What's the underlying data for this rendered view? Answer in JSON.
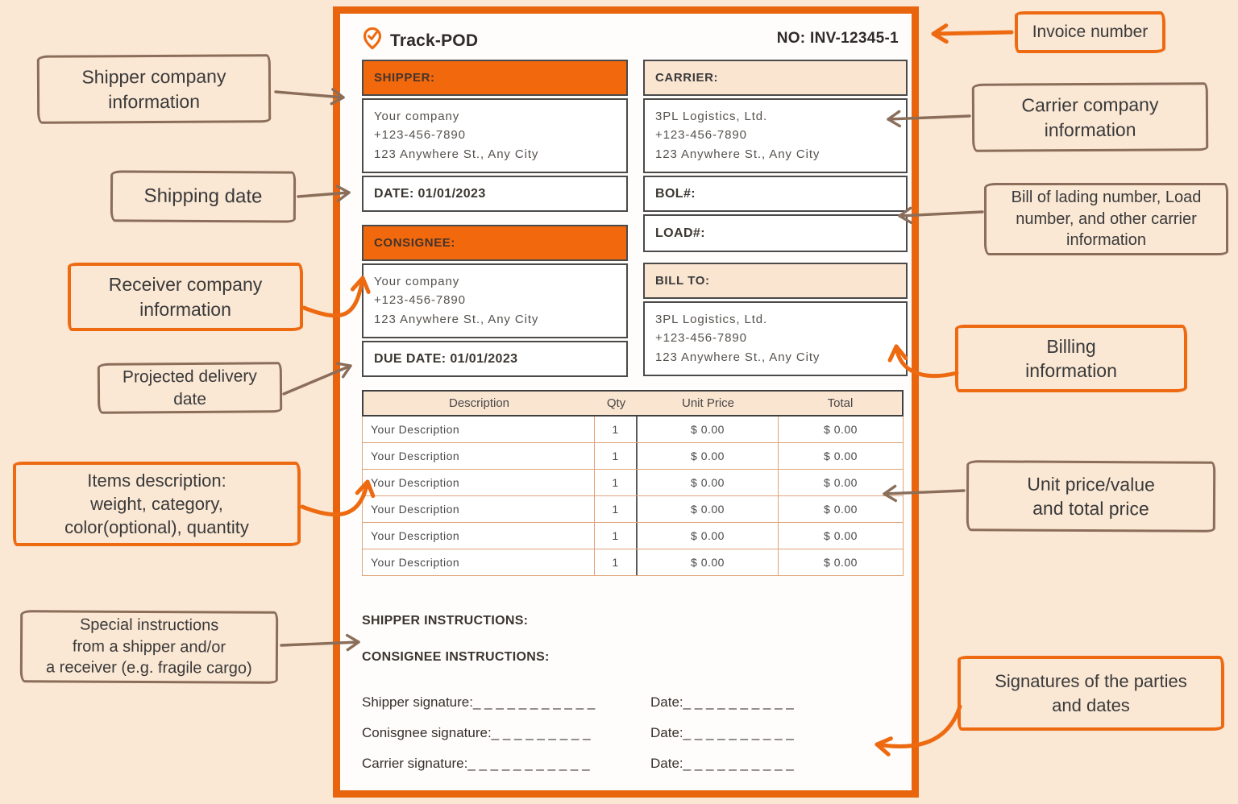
{
  "colors": {
    "background": "#fae7d4",
    "accent_orange": "#ed6a11",
    "header_orange": "#f2680d",
    "annotation_brown": "#8a6e5a",
    "panel_peach": "#fae5d1",
    "text_dark": "#3b3b3b",
    "grid_line_orange": "#e0a379"
  },
  "invoice": {
    "brand": "Track-POD",
    "logo_icon": "pin-check-icon",
    "invoice_no": "NO: INV-12345-1",
    "shipper": {
      "header": "SHIPPER:",
      "company": "Your company",
      "phone": "+123-456-7890",
      "address": "123 Anywhere St., Any City",
      "date": "DATE: 01/01/2023"
    },
    "carrier": {
      "header": "CARRIER:",
      "company": "3PL Logistics, Ltd.",
      "phone": "+123-456-7890",
      "address": "123 Anywhere St., Any City",
      "bol": "BOL#:",
      "load": "LOAD#:"
    },
    "consignee": {
      "header": "CONSIGNEE:",
      "company": "Your company",
      "phone": "+123-456-7890",
      "address": "123 Anywhere St., Any City",
      "due_date": "DUE DATE: 01/01/2023"
    },
    "bill_to": {
      "header": "BILL TO:",
      "company": "3PL Logistics, Ltd.",
      "phone": "+123-456-7890",
      "address": "123 Anywhere St., Any City"
    },
    "items_table": {
      "columns": [
        "Description",
        "Qty",
        "Unit Price",
        "Total"
      ],
      "rows": [
        [
          "Your Description",
          "1",
          "$ 0.00",
          "$ 0.00"
        ],
        [
          "Your Description",
          "1",
          "$ 0.00",
          "$ 0.00"
        ],
        [
          "Your Description",
          "1",
          "$ 0.00",
          "$ 0.00"
        ],
        [
          "Your Description",
          "1",
          "$ 0.00",
          "$ 0.00"
        ],
        [
          "Your Description",
          "1",
          "$ 0.00",
          "$ 0.00"
        ],
        [
          "Your Description",
          "1",
          "$ 0.00",
          "$ 0.00"
        ]
      ]
    },
    "instructions": {
      "shipper": "SHIPPER INSTRUCTIONS:",
      "consignee": "CONSIGNEE INSTRUCTIONS:"
    },
    "signatures": [
      {
        "label": "Shipper signature:",
        "line": "_ _ _ _ _ _ _ _ _ _ _",
        "date_label": "Date:",
        "date_line": "_ _ _ _ _ _ _ _ _ _"
      },
      {
        "label": "Conisgnee signature:",
        "line": "_ _ _ _ _ _ _ _ _",
        "date_label": "Date:",
        "date_line": "_ _ _ _ _ _ _ _ _ _"
      },
      {
        "label": "Carrier signature:",
        "line": "_ _ _ _ _ _ _ _ _ _ _",
        "date_label": "Date:",
        "date_line": "_ _ _ _ _ _ _ _ _ _"
      }
    ]
  },
  "annotations": {
    "shipper_info": {
      "text": "Shipper company\ninformation"
    },
    "shipping_date": {
      "text": "Shipping date"
    },
    "receiver_info": {
      "text": "Receiver company\ninformation"
    },
    "projected_delivery": {
      "text": "Projected delivery\ndate"
    },
    "items_description": {
      "text": "Items description:\nweight, category,\ncolor(optional), quantity"
    },
    "special_instructions": {
      "text": "Special instructions\nfrom a shipper and/or\na receiver (e.g. fragile cargo)"
    },
    "invoice_number": {
      "text": "Invoice number"
    },
    "carrier_info": {
      "text": "Carrier company\ninformation"
    },
    "bol_info": {
      "text": "Bill of lading number, Load\nnumber, and other carrier\ninformation"
    },
    "billing_info": {
      "text": "Billing\ninformation"
    },
    "unit_price": {
      "text": "Unit price/value\nand total price"
    },
    "signatures_dates": {
      "text": "Signatures of the parties\nand dates"
    }
  }
}
